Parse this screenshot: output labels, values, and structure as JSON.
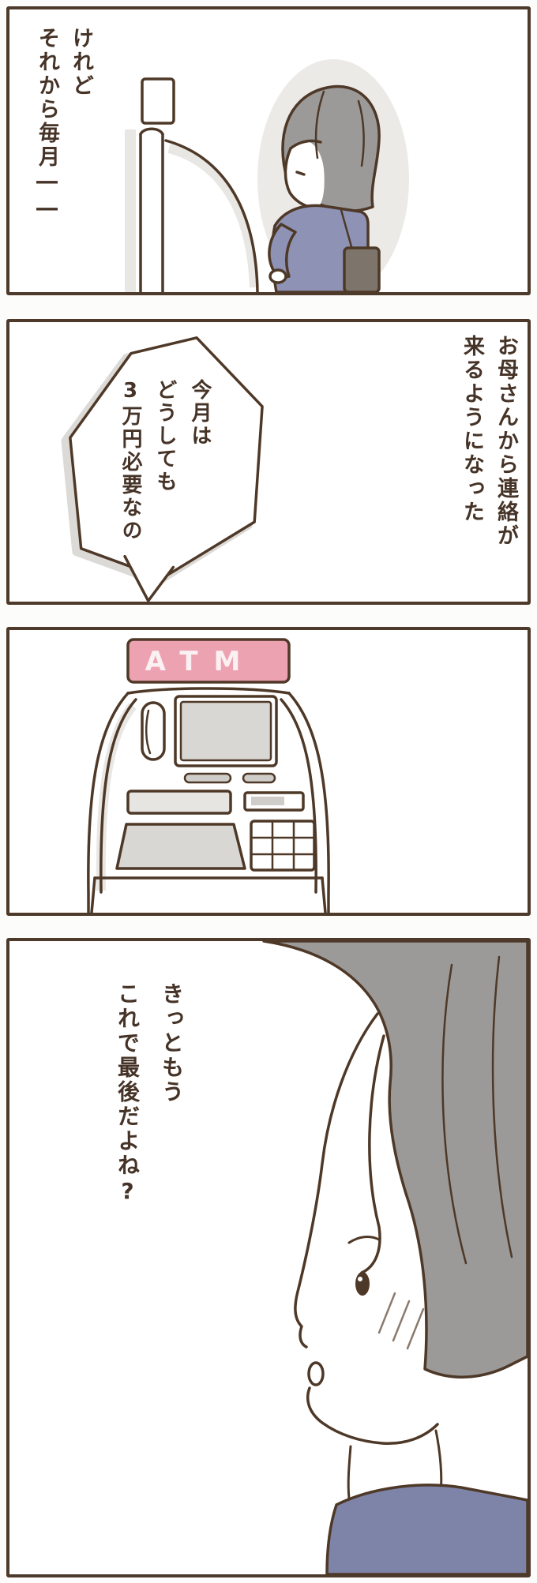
{
  "page": {
    "background": "#fcfcfb",
    "panel_border_color": "#4d3a2a"
  },
  "colors": {
    "line_brown": "#4e3827",
    "text_brown": "#463327",
    "atm_sign_pink": "#eda2b2",
    "atm_sign_text": "#fbf1f2",
    "screen_gray": "#d9d7d4",
    "hair_gray": "#9b9a99",
    "sweater_purple": "#8e93b5",
    "collar_purple": "#7e84a8",
    "bag_gray": "#7d756b",
    "shadow_gray": "#e9e7e4"
  },
  "panel1": {
    "narration": [
      "けれど",
      "それから毎月――"
    ]
  },
  "panel2": {
    "narration": [
      "お母さんから連絡が",
      "来るようになった"
    ],
    "speech_bubble": [
      "今月は",
      "どうしても",
      "3万円必要なの"
    ]
  },
  "panel3": {
    "atm_label": "ATM"
  },
  "panel4": {
    "narration": [
      "きっともう",
      "これで最後だよね?"
    ]
  }
}
